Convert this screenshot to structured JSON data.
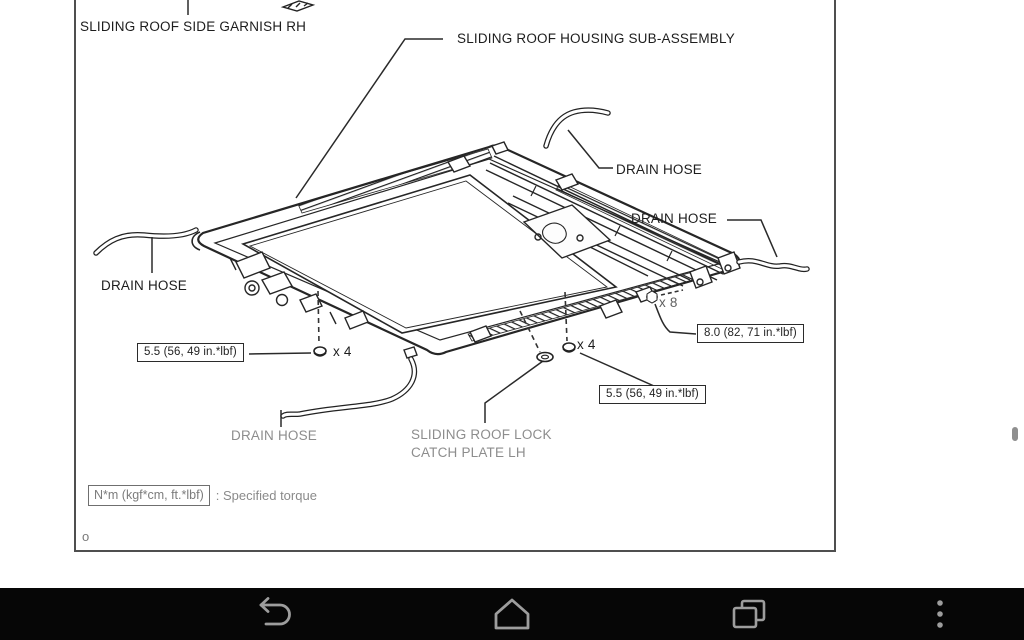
{
  "diagram": {
    "callouts": {
      "garnish": "SLIDING ROOF SIDE GARNISH RH",
      "housing": "SLIDING ROOF HOUSING SUB-ASSEMBLY",
      "drain_hose_top_right": "DRAIN HOSE",
      "drain_hose_right": "DRAIN HOSE",
      "drain_hose_left": "DRAIN HOSE",
      "drain_hose_bottom": "DRAIN HOSE",
      "lock_catch_plate_line1": "SLIDING ROOF LOCK",
      "lock_catch_plate_line2": "CATCH PLATE LH",
      "qty_left": "x 4",
      "qty_mid": "x 4",
      "qty_right": "x 8"
    },
    "torque_specs": {
      "left": "5.5 (56, 49 in.*lbf)",
      "right": "8.0 (82, 71 in.*lbf)",
      "bottom": "5.5 (56, 49 in.*lbf)"
    },
    "legend": {
      "box": "N*m (kgf*cm, ft.*lbf)",
      "text": ": Specified torque"
    },
    "page_mark": "o"
  },
  "navbar": {
    "icons": [
      "back",
      "home",
      "recents",
      "overflow-menu"
    ]
  },
  "colors": {
    "label": "#1d1d1d",
    "faded_label": "#8d8d8d",
    "line_art": "#2a2a2a",
    "page_border": "#4f4f4f",
    "navbar_bg": "#060606",
    "nav_icon": "#9d9d9d",
    "scrollbar": "#8f8f8f"
  }
}
